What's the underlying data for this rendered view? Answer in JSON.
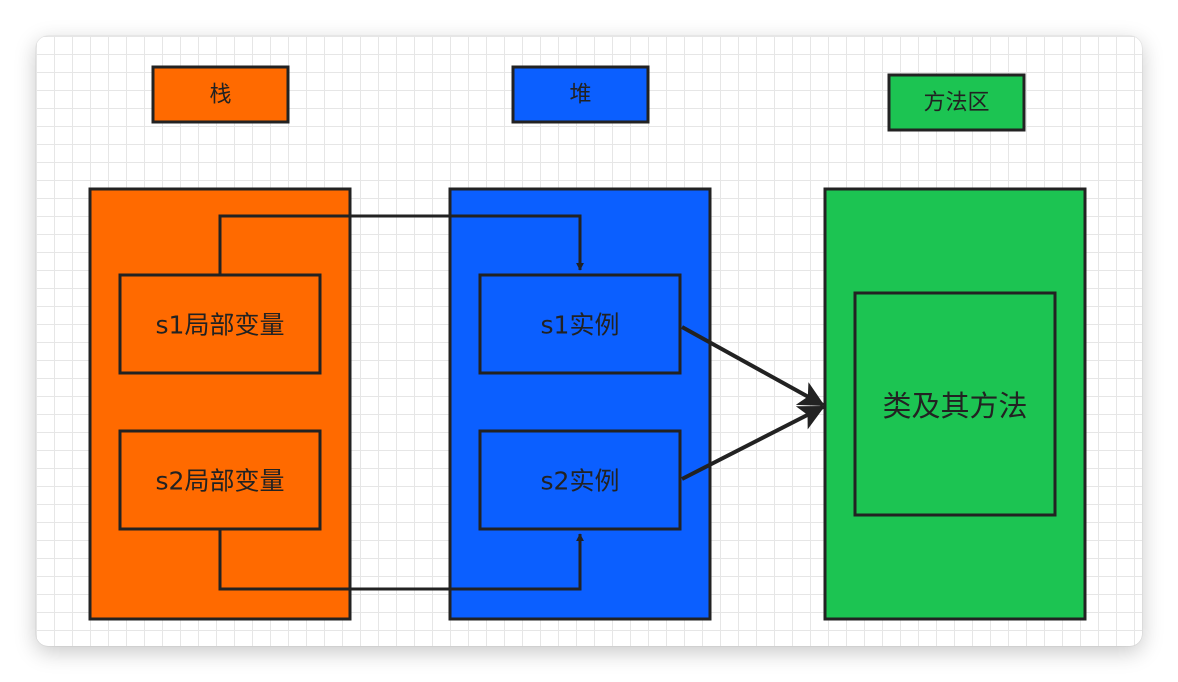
{
  "colors": {
    "stack": "#ff6a00",
    "heap": "#0b5fff",
    "method_area": "#1cc452",
    "stroke": "#222222"
  },
  "diagram": {
    "stack_header": "栈",
    "heap_header": "堆",
    "method_area_header": "方法区",
    "stack_items": [
      "s1局部变量",
      "s2局部变量"
    ],
    "heap_items": [
      "s1实例",
      "s2实例"
    ],
    "method_area_item": "类及其方法"
  }
}
